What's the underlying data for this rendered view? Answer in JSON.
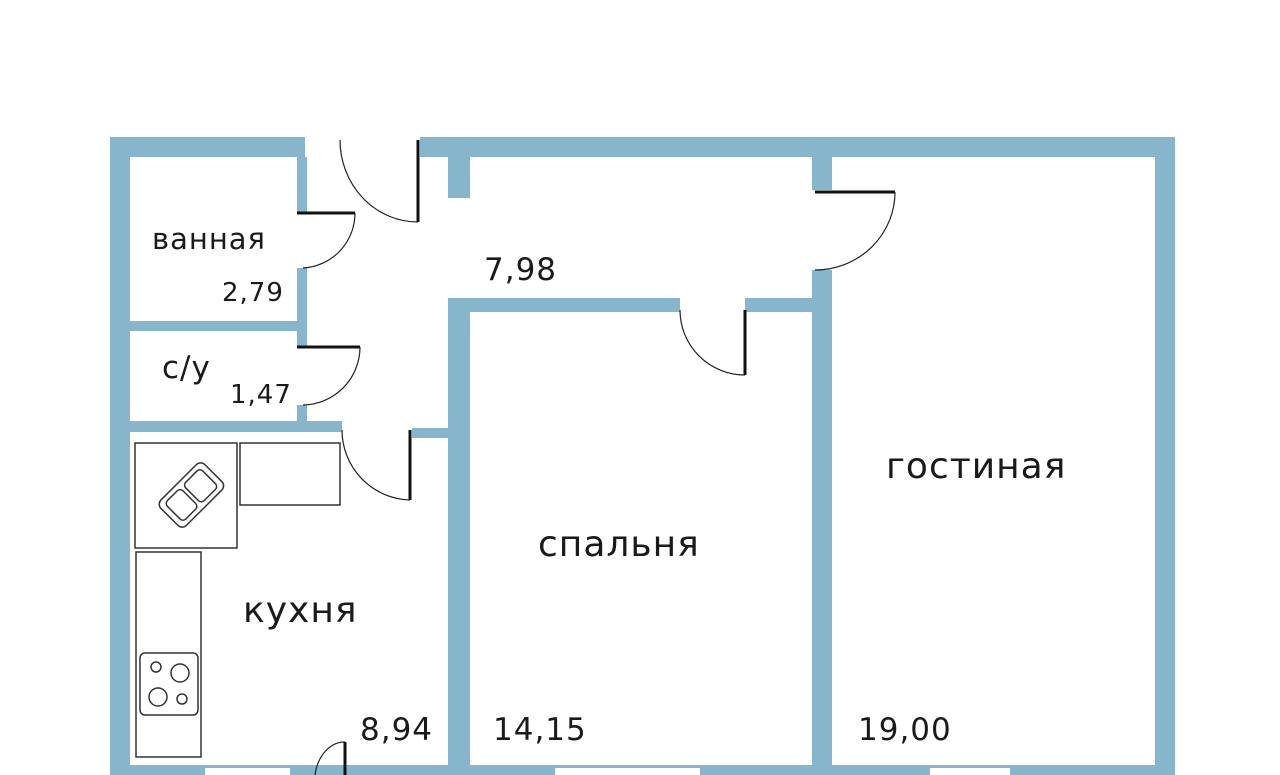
{
  "rooms": [
    {
      "name": "ванная",
      "area": "2,79"
    },
    {
      "name": "с/у",
      "area": "1,47"
    },
    {
      "name": "",
      "area": "7,98"
    },
    {
      "name": "кухня",
      "area": "8,94"
    },
    {
      "name": "спальня",
      "area": "14,15"
    },
    {
      "name": "гостиная",
      "area": "19,00"
    }
  ],
  "colors": {
    "wall": "#86b5cc"
  }
}
